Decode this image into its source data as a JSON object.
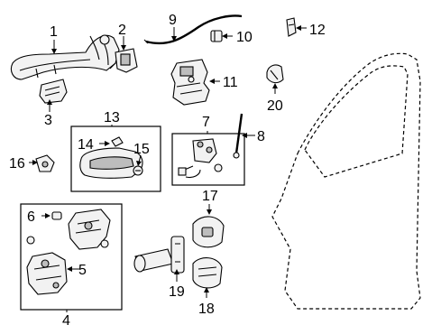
{
  "callouts": {
    "c1": "1",
    "c2": "2",
    "c3": "3",
    "c4": "4",
    "c5": "5",
    "c6": "6",
    "c7": "7",
    "c8": "8",
    "c9": "9",
    "c10": "10",
    "c11": "11",
    "c12": "12",
    "c13": "13",
    "c14": "14",
    "c15": "15",
    "c16": "16",
    "c17": "17",
    "c18": "18",
    "c19": "19",
    "c20": "20"
  },
  "colors": {
    "line": "#000000",
    "background": "#ffffff",
    "part_fill": "#f2f2f2"
  }
}
